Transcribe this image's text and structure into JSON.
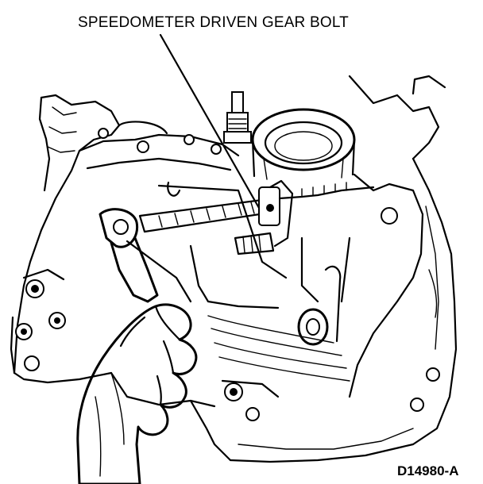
{
  "callout": {
    "label": "SPEEDOMETER DRIVEN GEAR BOLT"
  },
  "figure": {
    "code": "D14980-A"
  },
  "illustration": {
    "subject-icon": "transaxle-case-line-drawing",
    "hand-icon": "hand-with-wrench"
  }
}
